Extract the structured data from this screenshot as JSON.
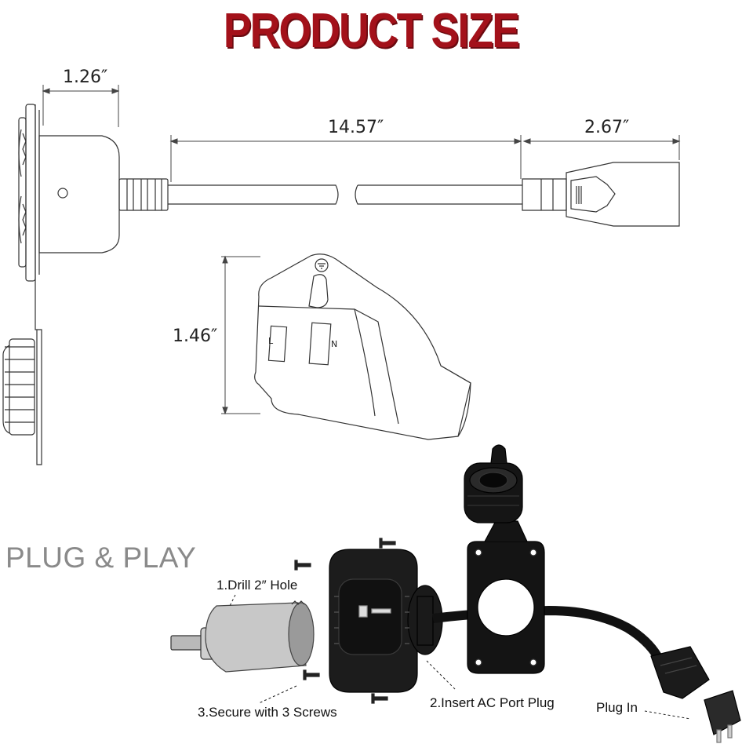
{
  "title": "PRODUCT SIZE",
  "dimensions": {
    "flange_depth": "1.26″",
    "cord_length": "14.57″",
    "plug_length": "2.67″",
    "outlet_height": "1.46″"
  },
  "outlet_labels": {
    "line": "L",
    "neutral": "N"
  },
  "plug_and_play": {
    "heading": "PLUG & PLAY",
    "steps": {
      "drill": "1.Drill 2″ Hole",
      "insert": "2.Insert AC Port Plug",
      "secure": "3.Secure with 3  Screws",
      "plug_in": "Plug In"
    }
  },
  "colors": {
    "title": "#a3111a",
    "heading": "#8a8a8a",
    "line": "#333333"
  }
}
